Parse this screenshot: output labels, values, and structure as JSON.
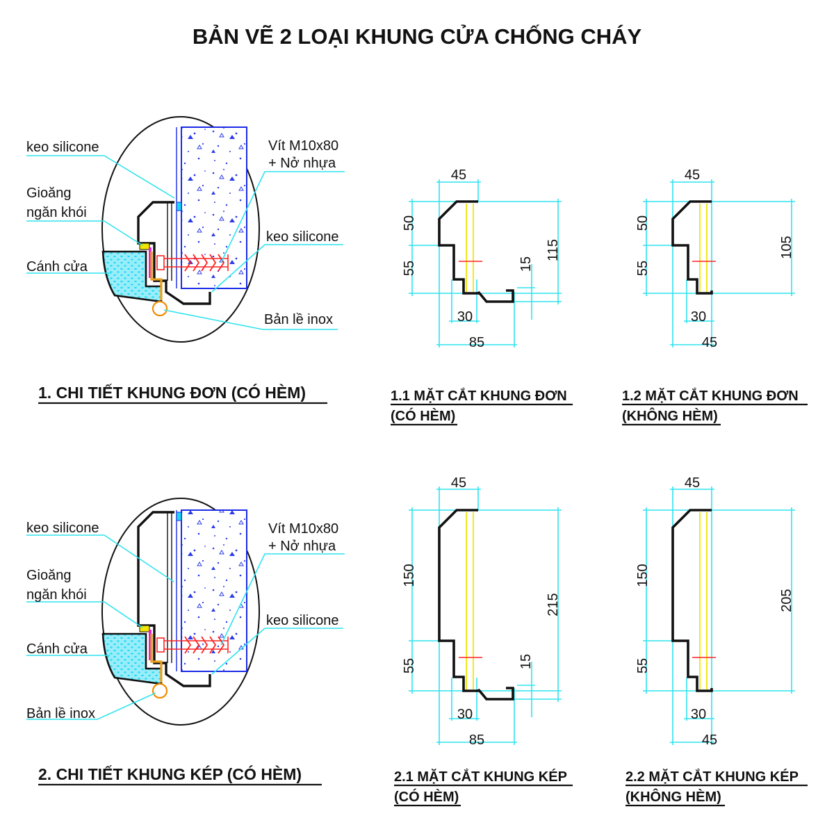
{
  "title": "BẢN VẼ 2 LOẠI KHUNG CỬA CHỐNG CHÁY",
  "detail1": {
    "title": "1. CHI TIẾT KHUNG ĐƠN (CÓ HÈM)",
    "labels": {
      "keo1": "keo silicone",
      "gioang1": "Gioăng",
      "gioang2": "ngăn khói",
      "canh": "Cánh cửa",
      "vit1": "Vít M10x80",
      "vit2": "+ Nở nhựa",
      "keo2": "keo silicone",
      "banle": "Bản lề inox"
    }
  },
  "detail2": {
    "title": "2. CHI TIẾT KHUNG KÉP (CÓ HÈM)",
    "labels": {
      "keo1": "keo silicone",
      "gioang1": "Gioăng",
      "gioang2": "ngăn khói",
      "canh": "Cánh cửa",
      "banle": "Bản lề inox",
      "vit1": "Vít M10x80",
      "vit2": "+ Nở nhựa",
      "keo2": "keo silicone"
    }
  },
  "sections": {
    "s11": {
      "title1": "1.1 MẶT CẮT KHUNG ĐƠN",
      "title2": "(CÓ HÈM)",
      "dims": {
        "top": "45",
        "upper": "50",
        "lower": "55",
        "lip": "15",
        "total": "115",
        "web": "30",
        "width": "85"
      }
    },
    "s12": {
      "title1": "1.2 MẶT CẮT KHUNG ĐƠN",
      "title2": "(KHÔNG HÈM)",
      "dims": {
        "top": "45",
        "upper": "50",
        "lower": "55",
        "total": "105",
        "web": "30",
        "width": "45"
      }
    },
    "s21": {
      "title1": "2.1 MẶT CẮT KHUNG KÉP",
      "title2": "(CÓ HÈM)",
      "dims": {
        "top": "45",
        "upper": "150",
        "lower": "55",
        "lip": "15",
        "total": "215",
        "web": "30",
        "width": "85"
      }
    },
    "s22": {
      "title1": "2.2 MẶT CẮT KHUNG KÉP",
      "title2": "(KHÔNG HÈM)",
      "dims": {
        "top": "45",
        "upper": "150",
        "lower": "55",
        "total": "205",
        "web": "30",
        "width": "45"
      }
    }
  },
  "colors": {
    "dimension_lines": "#2fe3ee",
    "wall_outline": "#1a2be6",
    "door_panel": "#18d9f0",
    "steel_profile": "#111111",
    "gasket": "#f2e600",
    "screw": "#ff2020",
    "hinge": "#f28b00"
  }
}
